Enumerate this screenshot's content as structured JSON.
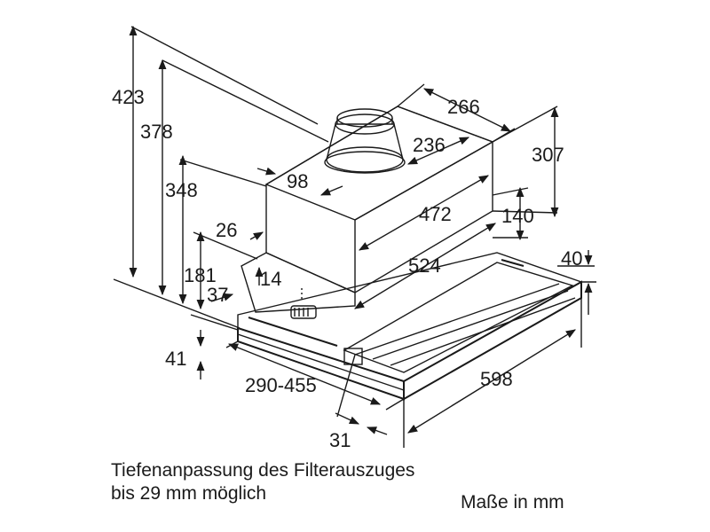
{
  "dimensions": {
    "d423": "423",
    "d378": "378",
    "d348": "348",
    "d26": "26",
    "d181": "181",
    "d37": "37",
    "d14": "14",
    "d41": "41",
    "d98": "98",
    "d266": "266",
    "d236": "236",
    "d307": "307",
    "d472": "472",
    "d140": "140",
    "d524": "524",
    "d40": "40",
    "d598": "598",
    "d290_455": "290-455",
    "d31": "31"
  },
  "notes": {
    "line1": "Tiefenanpassung des Filterauszuges",
    "line2": "bis 29 mm möglich",
    "units": "Maße in mm"
  },
  "colors": {
    "stroke": "#1a1a1a",
    "hood_face": "#f4f4f4",
    "hood_dark": "#d8d8d8",
    "duct": "#e6e6e6"
  }
}
